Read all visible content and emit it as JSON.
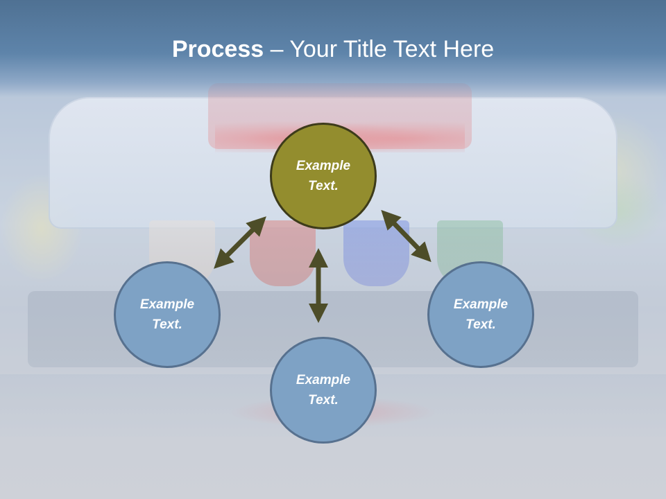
{
  "slide": {
    "title_bold": "Process",
    "title_rest": " – Your Title Text Here"
  },
  "diagram": {
    "center": {
      "label": "Example Text.",
      "color": "#938d2e"
    },
    "left": {
      "label": "Example Text.",
      "color": "#7ea2c5"
    },
    "right": {
      "label": "Example Text.",
      "color": "#7ea2c5"
    },
    "bottom": {
      "label": "Example Text.",
      "color": "#7ea2c5"
    },
    "arrow_color": "#4d4d28"
  }
}
